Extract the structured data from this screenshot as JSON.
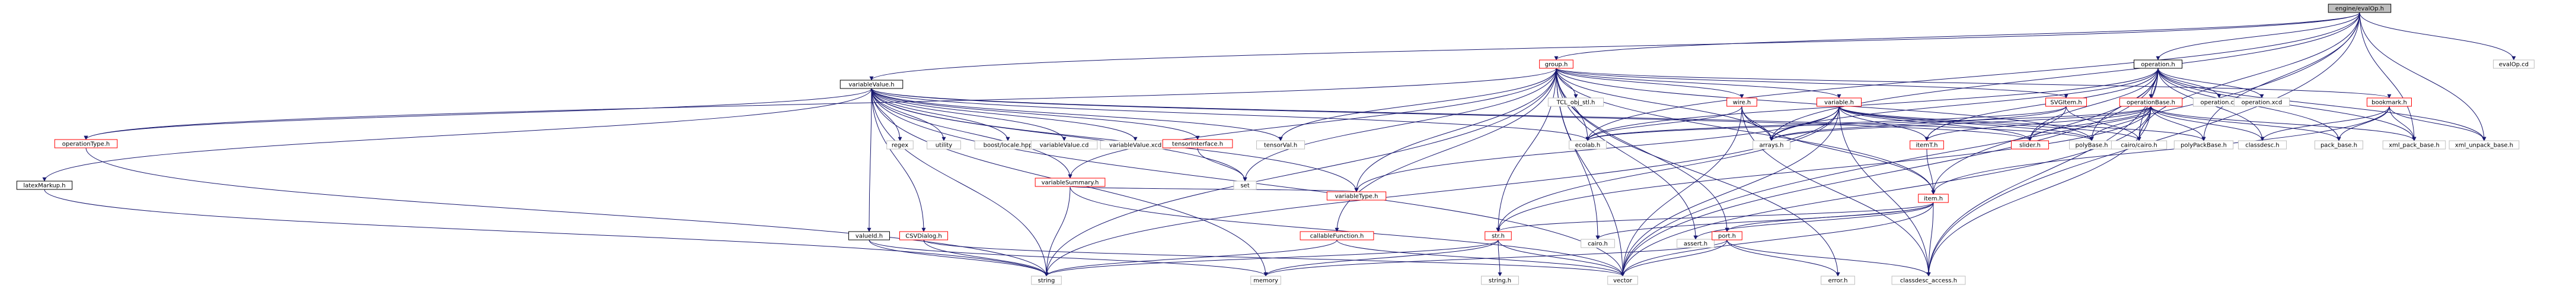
{
  "diagram": {
    "colors": {
      "edge": "#191970",
      "box_border_default": "#bfbfbf",
      "box_border_linked": "#ff0000",
      "box_border_dark": "#000000",
      "root_fill": "#bfbfbf"
    },
    "nodes": [
      {
        "id": "root",
        "label": "engine/evalOp.h",
        "style": "root"
      },
      {
        "id": "evalOp_cd",
        "label": "evalOp.cd",
        "style": "plain"
      },
      {
        "id": "group",
        "label": "group.h",
        "style": "linked"
      },
      {
        "id": "operation",
        "label": "operation.h",
        "style": "dark"
      },
      {
        "id": "variableValue",
        "label": "variableValue.h",
        "style": "dark"
      },
      {
        "id": "tcl_obj",
        "label": "TCL_obj_stl.h",
        "style": "plain"
      },
      {
        "id": "wire",
        "label": "wire.h",
        "style": "linked"
      },
      {
        "id": "variable",
        "label": "variable.h",
        "style": "linked"
      },
      {
        "id": "svgitem",
        "label": "SVGItem.h",
        "style": "linked"
      },
      {
        "id": "operationBase",
        "label": "operationBase.h",
        "style": "linked"
      },
      {
        "id": "operation_cd",
        "label": "operation.cd",
        "style": "plain"
      },
      {
        "id": "operation_xcd",
        "label": "operation.xcd",
        "style": "plain"
      },
      {
        "id": "bookmark",
        "label": "bookmark.h",
        "style": "linked"
      },
      {
        "id": "operationType",
        "label": "operationType.h",
        "style": "linked"
      },
      {
        "id": "regex",
        "label": "regex",
        "style": "plain"
      },
      {
        "id": "utility",
        "label": "utility",
        "style": "plain"
      },
      {
        "id": "boost_locale",
        "label": "boost/locale.hpp",
        "style": "plain"
      },
      {
        "id": "variableValue_cd",
        "label": "variableValue.cd",
        "style": "plain"
      },
      {
        "id": "variableValue_xcd",
        "label": "variableValue.xcd",
        "style": "plain"
      },
      {
        "id": "tensorInterface",
        "label": "tensorInterface.h",
        "style": "linked"
      },
      {
        "id": "tensorVal",
        "label": "tensorVal.h",
        "style": "plain"
      },
      {
        "id": "ecolab",
        "label": "ecolab.h",
        "style": "plain"
      },
      {
        "id": "arrays",
        "label": "arrays.h",
        "style": "plain"
      },
      {
        "id": "itemT",
        "label": "itemT.h",
        "style": "linked"
      },
      {
        "id": "slider",
        "label": "slider.h",
        "style": "linked"
      },
      {
        "id": "polyBase",
        "label": "polyBase.h",
        "style": "plain"
      },
      {
        "id": "cairo_cairo",
        "label": "cairo/cairo.h",
        "style": "plain"
      },
      {
        "id": "polyPackBase",
        "label": "polyPackBase.h",
        "style": "plain"
      },
      {
        "id": "classdesc",
        "label": "classdesc.h",
        "style": "plain"
      },
      {
        "id": "pack_base",
        "label": "pack_base.h",
        "style": "plain"
      },
      {
        "id": "xml_pack_base",
        "label": "xml_pack_base.h",
        "style": "plain"
      },
      {
        "id": "xml_unpack_base",
        "label": "xml_unpack_base.h",
        "style": "plain"
      },
      {
        "id": "latexMarkup",
        "label": "latexMarkup.h",
        "style": "dark"
      },
      {
        "id": "set",
        "label": "set",
        "style": "plain"
      },
      {
        "id": "variableSummary",
        "label": "variableSummary.h",
        "style": "linked"
      },
      {
        "id": "variableType",
        "label": "variableType.h",
        "style": "linked"
      },
      {
        "id": "item",
        "label": "item.h",
        "style": "linked"
      },
      {
        "id": "valueId",
        "label": "valueId.h",
        "style": "dark"
      },
      {
        "id": "csvDialog",
        "label": "CSVDialog.h",
        "style": "linked"
      },
      {
        "id": "callableFunction",
        "label": "callableFunction.h",
        "style": "linked"
      },
      {
        "id": "str",
        "label": "str.h",
        "style": "linked"
      },
      {
        "id": "cairo_h",
        "label": "cairo.h",
        "style": "plain"
      },
      {
        "id": "assert",
        "label": "assert.h",
        "style": "plain"
      },
      {
        "id": "port",
        "label": "port.h",
        "style": "linked"
      },
      {
        "id": "string",
        "label": "string",
        "style": "plain"
      },
      {
        "id": "memory",
        "label": "memory",
        "style": "plain"
      },
      {
        "id": "string_h",
        "label": "string.h",
        "style": "plain"
      },
      {
        "id": "vector",
        "label": "vector",
        "style": "plain"
      },
      {
        "id": "error",
        "label": "error.h",
        "style": "plain"
      },
      {
        "id": "classdesc_access",
        "label": "classdesc_access.h",
        "style": "plain"
      }
    ],
    "edges": [
      [
        "root",
        "evalOp_cd"
      ],
      [
        "root",
        "group"
      ],
      [
        "root",
        "operation"
      ],
      [
        "root",
        "variableValue"
      ],
      [
        "root",
        "ecolab"
      ],
      [
        "root",
        "arrays"
      ],
      [
        "root",
        "polyPackBase"
      ],
      [
        "root",
        "xml_pack_base"
      ],
      [
        "root",
        "xml_unpack_base"
      ],
      [
        "root",
        "classdesc_access"
      ],
      [
        "root",
        "vector"
      ],
      [
        "root",
        "cairo_cairo"
      ],
      [
        "group",
        "tcl_obj"
      ],
      [
        "group",
        "wire"
      ],
      [
        "group",
        "variable"
      ],
      [
        "group",
        "svgitem"
      ],
      [
        "group",
        "bookmark"
      ],
      [
        "group",
        "operationType"
      ],
      [
        "group",
        "ecolab"
      ],
      [
        "group",
        "arrays"
      ],
      [
        "group",
        "variableSummary"
      ],
      [
        "group",
        "variableType"
      ],
      [
        "group",
        "item"
      ],
      [
        "group",
        "str"
      ],
      [
        "group",
        "cairo_h"
      ],
      [
        "group",
        "port"
      ],
      [
        "group",
        "string"
      ],
      [
        "group",
        "vector"
      ],
      [
        "group",
        "error"
      ],
      [
        "group",
        "assert"
      ],
      [
        "group",
        "polyBase"
      ],
      [
        "group",
        "tensorVal"
      ],
      [
        "group",
        "callableFunction"
      ],
      [
        "group",
        "set"
      ],
      [
        "operation",
        "operationBase"
      ],
      [
        "operation",
        "operation_cd"
      ],
      [
        "operation",
        "operation_xcd"
      ],
      [
        "operation",
        "itemT"
      ],
      [
        "operation",
        "slider"
      ],
      [
        "operation",
        "cairo_cairo"
      ],
      [
        "operation",
        "classdesc"
      ],
      [
        "operation",
        "pack_base"
      ],
      [
        "operation",
        "xml_pack_base"
      ],
      [
        "operation",
        "xml_unpack_base"
      ],
      [
        "operation",
        "arrays"
      ],
      [
        "operation",
        "ecolab"
      ],
      [
        "operation",
        "polyBase"
      ],
      [
        "operation",
        "classdesc_access"
      ],
      [
        "operation",
        "vector"
      ],
      [
        "operation",
        "item"
      ],
      [
        "variableValue",
        "operationType"
      ],
      [
        "variableValue",
        "regex"
      ],
      [
        "variableValue",
        "utility"
      ],
      [
        "variableValue",
        "boost_locale"
      ],
      [
        "variableValue",
        "variableValue_cd"
      ],
      [
        "variableValue",
        "variableValue_xcd"
      ],
      [
        "variableValue",
        "tensorInterface"
      ],
      [
        "variableValue",
        "tensorVal"
      ],
      [
        "variableValue",
        "ecolab"
      ],
      [
        "variableValue",
        "variableSummary"
      ],
      [
        "variableValue",
        "variableType"
      ],
      [
        "variableValue",
        "valueId"
      ],
      [
        "variableValue",
        "csvDialog"
      ],
      [
        "variableValue",
        "latexMarkup"
      ],
      [
        "variableValue",
        "string"
      ],
      [
        "variableValue",
        "set"
      ],
      [
        "variableValue",
        "memory"
      ],
      [
        "variableValue",
        "vector"
      ],
      [
        "variableValue",
        "polyBase"
      ],
      [
        "variableValue",
        "slider"
      ],
      [
        "wire",
        "arrays"
      ],
      [
        "wire",
        "ecolab"
      ],
      [
        "wire",
        "item"
      ],
      [
        "wire",
        "classdesc_access"
      ],
      [
        "wire",
        "vector"
      ],
      [
        "variable",
        "itemT"
      ],
      [
        "variable",
        "slider"
      ],
      [
        "variable",
        "polyBase"
      ],
      [
        "variable",
        "polyPackBase"
      ],
      [
        "variable",
        "variableType"
      ],
      [
        "variable",
        "cairo_cairo"
      ],
      [
        "variable",
        "classdesc_access"
      ],
      [
        "variable",
        "str"
      ],
      [
        "variable",
        "string"
      ],
      [
        "variable",
        "vector"
      ],
      [
        "variable",
        "arrays"
      ],
      [
        "svgitem",
        "cairo_cairo"
      ],
      [
        "svgitem",
        "ecolab"
      ],
      [
        "svgitem",
        "arrays"
      ],
      [
        "svgitem",
        "slider"
      ],
      [
        "operationBase",
        "itemT"
      ],
      [
        "operationBase",
        "slider"
      ],
      [
        "operationBase",
        "polyBase"
      ],
      [
        "operationBase",
        "polyPackBase"
      ],
      [
        "operationBase",
        "classdesc"
      ],
      [
        "operationBase",
        "pack_base"
      ],
      [
        "operationBase",
        "cairo_cairo"
      ],
      [
        "operationBase",
        "classdesc_access"
      ],
      [
        "operationBase",
        "str"
      ],
      [
        "operationBase",
        "ecolab"
      ],
      [
        "operationBase",
        "arrays"
      ],
      [
        "operationBase",
        "xml_pack_base"
      ],
      [
        "operationBase",
        "vector"
      ],
      [
        "bookmark",
        "xml_pack_base"
      ],
      [
        "bookmark",
        "xml_unpack_base"
      ],
      [
        "bookmark",
        "pack_base"
      ],
      [
        "bookmark",
        "classdesc"
      ],
      [
        "bookmark",
        "item"
      ],
      [
        "operationType",
        "string"
      ],
      [
        "tensorInterface",
        "set"
      ],
      [
        "latexMarkup",
        "string"
      ],
      [
        "variableSummary",
        "variableType"
      ],
      [
        "variableSummary",
        "string"
      ],
      [
        "variableSummary",
        "vector"
      ],
      [
        "itemT",
        "item"
      ],
      [
        "item",
        "cairo_h"
      ],
      [
        "item",
        "assert"
      ],
      [
        "item",
        "port"
      ],
      [
        "item",
        "str"
      ],
      [
        "item",
        "vector"
      ],
      [
        "item",
        "classdesc_access"
      ],
      [
        "valueId",
        "string"
      ],
      [
        "valueId",
        "memory"
      ],
      [
        "csvDialog",
        "string"
      ],
      [
        "csvDialog",
        "vector"
      ],
      [
        "callableFunction",
        "vector"
      ],
      [
        "callableFunction",
        "string"
      ],
      [
        "str",
        "string"
      ],
      [
        "str",
        "memory"
      ],
      [
        "str",
        "string_h"
      ],
      [
        "str",
        "vector"
      ],
      [
        "port",
        "vector"
      ],
      [
        "port",
        "memory"
      ],
      [
        "port",
        "error"
      ],
      [
        "port",
        "classdesc_access"
      ]
    ]
  }
}
